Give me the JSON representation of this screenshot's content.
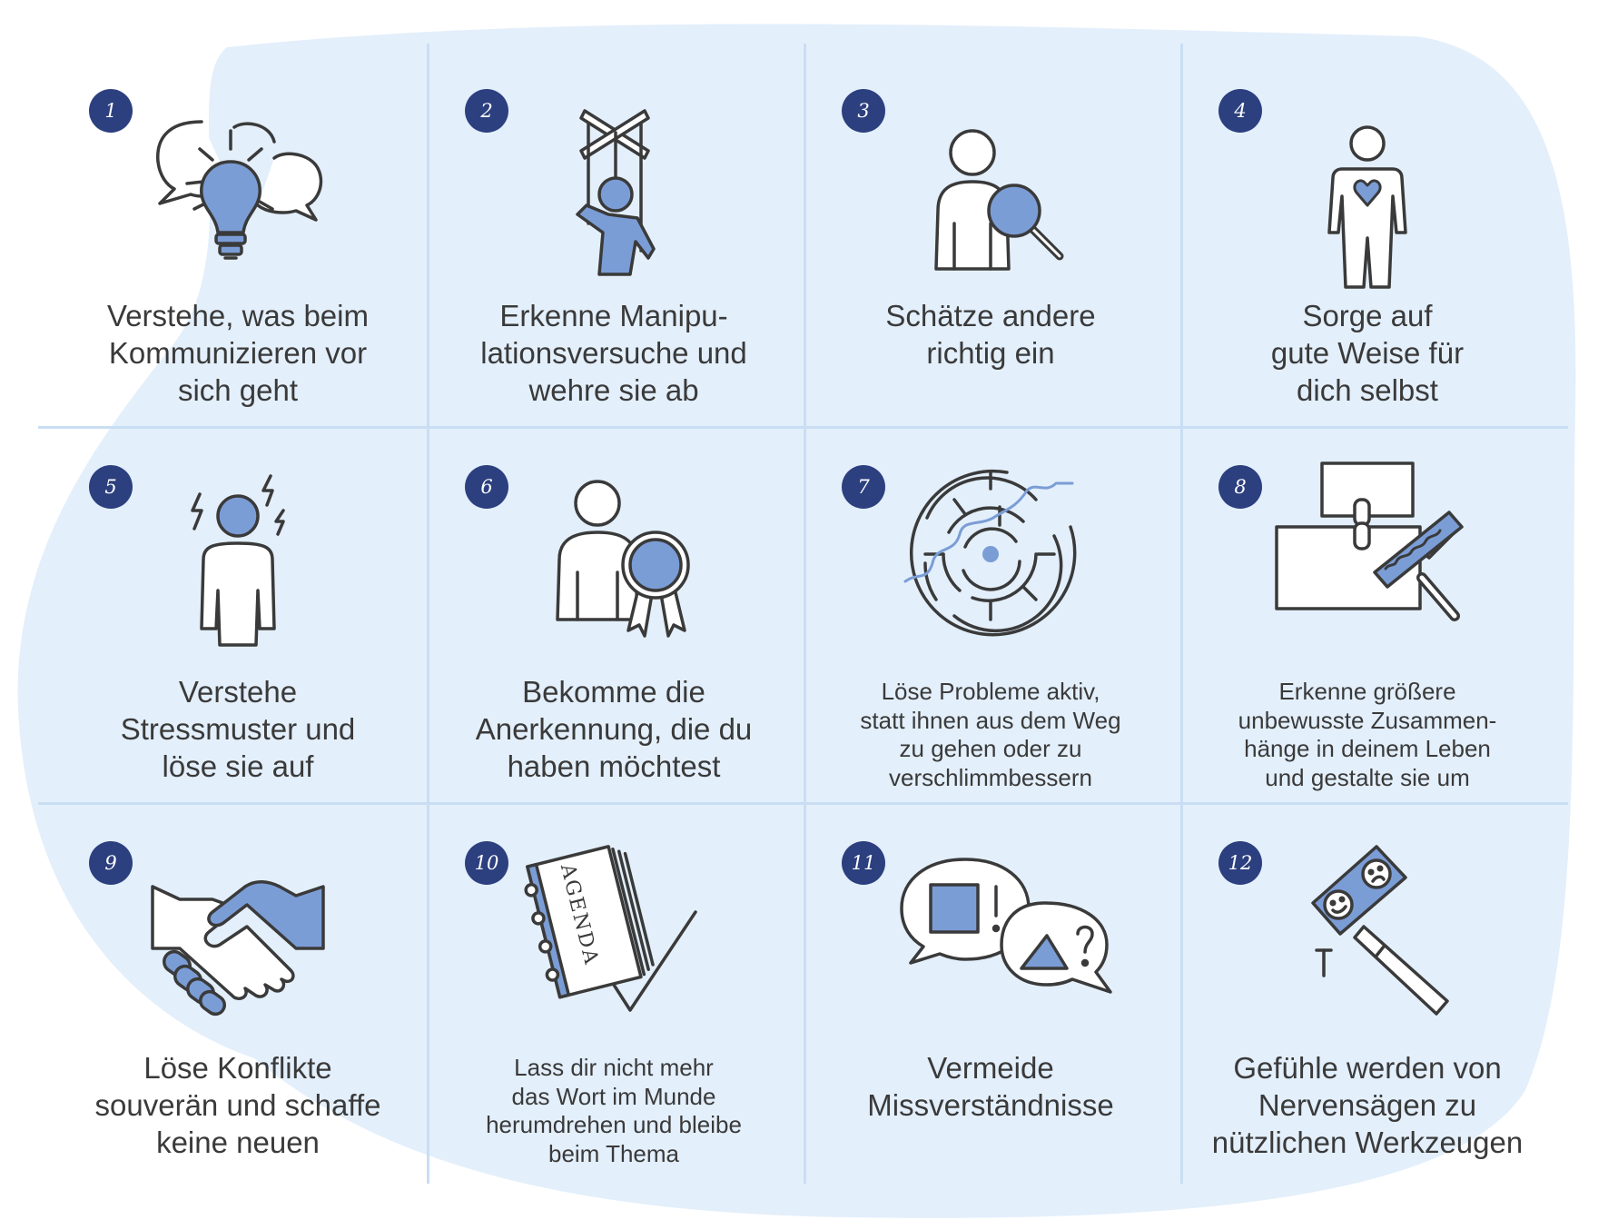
{
  "items": [
    {
      "number": "1",
      "icon": "lightbulb-speech-bubbles-icon",
      "text": "Verstehe, was beim\nKommunizieren vor\nsich geht",
      "size": "large"
    },
    {
      "number": "2",
      "icon": "marionette-puppet-icon",
      "text": "Erkenne Manipu-\nlationsversuche und\nwehre sie ab",
      "size": "large"
    },
    {
      "number": "3",
      "icon": "person-magnifier-icon",
      "text": "Schätze andere\nrichtig ein",
      "size": "large"
    },
    {
      "number": "4",
      "icon": "person-heart-icon",
      "text": "Sorge auf\ngute Weise für\ndich selbst",
      "size": "large"
    },
    {
      "number": "5",
      "icon": "stressed-person-lightning-icon",
      "text": "Verstehe\nStressmuster und\nlöse sie auf",
      "size": "large"
    },
    {
      "number": "6",
      "icon": "person-award-rosette-icon",
      "text": "Bekomme die\nAnerkennung, die du\nhaben möchtest",
      "size": "large"
    },
    {
      "number": "7",
      "icon": "maze-icon",
      "text": "Löse Probleme aktiv,\nstatt ihnen aus dem Weg\nzu gehen oder zu\nverschlimmbessern",
      "size": "small"
    },
    {
      "number": "8",
      "icon": "chain-paint-roller-icon",
      "text": "Erkenne größere\nunbewusste Zusammen-\nhänge in deinem Leben\nund gestalte sie um",
      "size": "small"
    },
    {
      "number": "9",
      "icon": "handshake-icon",
      "text": "Löse Konflikte\nsouverän und schaffe\nkeine neuen",
      "size": "large"
    },
    {
      "number": "10",
      "icon": "agenda-checkmark-icon",
      "text": "Lass dir nicht mehr\ndas Wort im Munde\nherumdrehen und bleibe\nbeim Thema",
      "size": "small"
    },
    {
      "number": "11",
      "icon": "speech-bubbles-shapes-icon",
      "text": "Vermeide\nMissverständnisse",
      "size": "large"
    },
    {
      "number": "12",
      "icon": "hammer-emotions-icon",
      "text": "Gefühle werden von\nNervensägen zu\nnützlichen Werkzeugen",
      "size": "large"
    }
  ],
  "agenda_text": "AGENDA",
  "colors": {
    "accent": "#7b9dd6",
    "badge": "#2c3f7e",
    "stroke": "#3a3a3a",
    "blob": "#e3effb",
    "grid": "#c9def3"
  }
}
